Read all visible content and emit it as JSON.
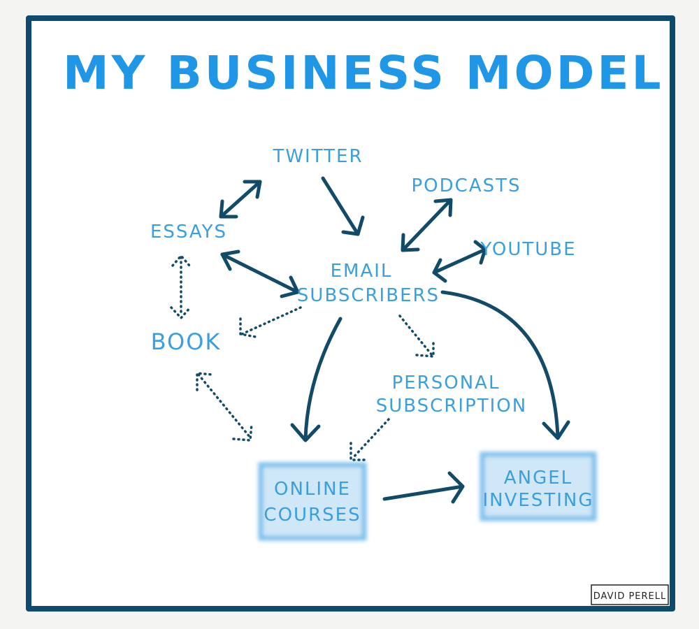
{
  "title": "MY BUSINESS MODEL",
  "signature": "DAVID PERELL",
  "colors": {
    "frame": "#0e4a6b",
    "label": "#3a9fde",
    "title": "#1f97e6",
    "arrow": "#114b68",
    "box_fill": "#cfe7f7",
    "box_edge": "#7cc0ec"
  },
  "nodes": {
    "twitter": "TWITTER",
    "podcasts": "PODCASTS",
    "essays": "ESSAYS",
    "youtube": "YOUTUBE",
    "email_line1": "EMAIL",
    "email_line2": "SUBSCRIBERS",
    "book": "BOOK",
    "personal_line1": "PERSONAL",
    "personal_line2": "SUBSCRIPTION",
    "online_line1": "ONLINE",
    "online_line2": "COURSES",
    "angel_line1": "ANGEL",
    "angel_line2": "INVESTING"
  },
  "edges": [
    {
      "from": "twitter",
      "to": "essays",
      "style": "solid",
      "direction": "both"
    },
    {
      "from": "twitter",
      "to": "email-subscribers",
      "style": "solid",
      "direction": "forward"
    },
    {
      "from": "podcasts",
      "to": "email-subscribers",
      "style": "solid",
      "direction": "both"
    },
    {
      "from": "youtube",
      "to": "email-subscribers",
      "style": "solid",
      "direction": "both"
    },
    {
      "from": "essays",
      "to": "email-subscribers",
      "style": "solid",
      "direction": "both"
    },
    {
      "from": "essays",
      "to": "book",
      "style": "dotted",
      "direction": "both"
    },
    {
      "from": "email-subscribers",
      "to": "book",
      "style": "dotted",
      "direction": "forward"
    },
    {
      "from": "email-subscribers",
      "to": "personal-subscription",
      "style": "dotted",
      "direction": "forward"
    },
    {
      "from": "email-subscribers",
      "to": "online-courses",
      "style": "solid",
      "direction": "forward"
    },
    {
      "from": "email-subscribers",
      "to": "angel-investing",
      "style": "solid",
      "direction": "forward"
    },
    {
      "from": "book",
      "to": "online-courses",
      "style": "dotted",
      "direction": "both"
    },
    {
      "from": "personal-subscription",
      "to": "online-courses",
      "style": "dotted",
      "direction": "forward"
    },
    {
      "from": "online-courses",
      "to": "angel-investing",
      "style": "solid",
      "direction": "forward"
    }
  ]
}
